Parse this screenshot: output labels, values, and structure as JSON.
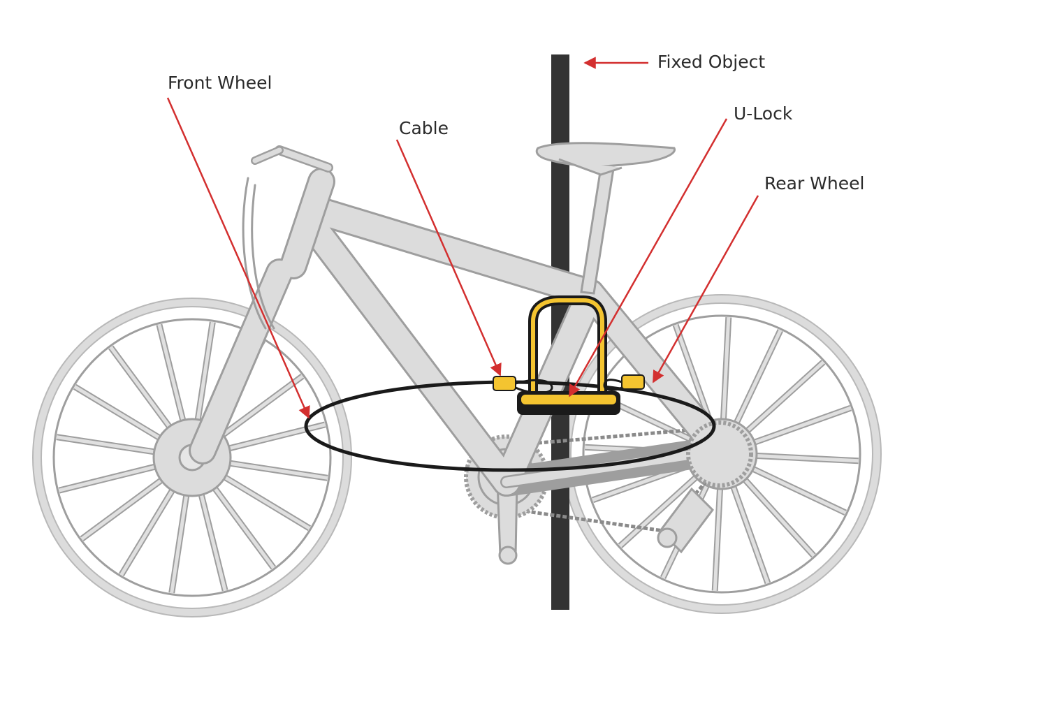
{
  "labels": {
    "front_wheel": "Front Wheel",
    "fixed_object": "Fixed Object",
    "u_lock": "U-Lock",
    "cable": "Cable",
    "rear_wheel": "Rear Wheel"
  },
  "colors": {
    "bike_body": "#dcdcdc",
    "bike_outline": "#9e9e9e",
    "pole": "#333333",
    "lock_yellow": "#f4c430",
    "lock_black": "#1a1a1a",
    "arrow_red": "#d32f2f",
    "text": "#2a2a2a"
  }
}
